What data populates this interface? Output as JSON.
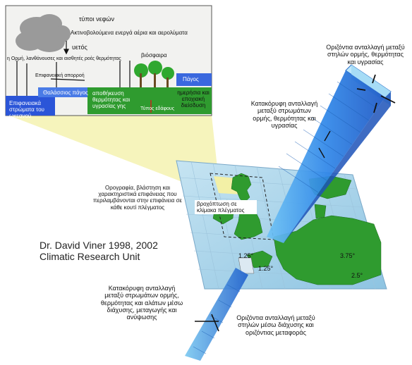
{
  "colors": {
    "panel_bg": "#f2f2f0",
    "ocean_blue": "#2b55d8",
    "land_green": "#2f9b2f",
    "map_sea": "#a8d2e8",
    "column_blue": "#2f7fe0",
    "highlight_yellow": "#f3f0a6",
    "arrow_red": "#d22020"
  },
  "inset": {
    "clouds": "τύποι νεφών",
    "radiative": "Ακτινοβολούμενα ενεργά αέρια και αερολύματα",
    "precip": "υετός",
    "momentum": "η Ορμή, λανθάνουσες και αισθητές ροές θερμότητας",
    "biosphere": "βιόσφαιρα",
    "runoff": "Επιφανειακή απορροή",
    "ice": "Πάγος",
    "sea_ice": "Θαλάσσιος πάγος",
    "storage": "αποθήκευση θερμότητας και υγρασίας γης",
    "surface_ocean": "Επιφανειακά στρώματα του ωκεανού",
    "soil_type": "Τύπος εδάφους",
    "diffusion": "ημερήσια και εποχιακή διείσδυση"
  },
  "labels": {
    "horizontal_top": "Οριζόντια ανταλλαγή μεταξύ στηλών ορμής, θερμότητας και υγρασίας",
    "vertical_atmos": "Κατακόρυφη ανταλλαγή μεταξύ στρωμάτων ορμής, θερμότητας και υγρασίας",
    "orography": "Ορογραφία, βλάστηση και χαρακτηριστικά επιφάνειας που περιλαμβάνονται στην επιφάνεια σε κάθε κουτί πλέγματος",
    "grid_precip": "βροχόπτωση σε κλίμακα πλέγματος",
    "vertical_ocean": "Κατακόρυφη ανταλλαγή μεταξύ στρωμάτων ορμής, θερμότητας και αλάτων μέσω διάχυσης, μεταγωγής και ανύψωσης",
    "horizontal_ocean": "Οριζόντια ανταλλαγή μεταξύ στηλών μέσω διάχυσης και οριζόντιας μεταφοράς",
    "credit_line1": "Dr. David Viner 1998, 2002",
    "credit_line2": "Climatic Research Unit",
    "grid_125_a": "1.25°",
    "grid_125_b": "1.25°",
    "grid_375": "3.75°",
    "grid_25": "2.5°"
  }
}
